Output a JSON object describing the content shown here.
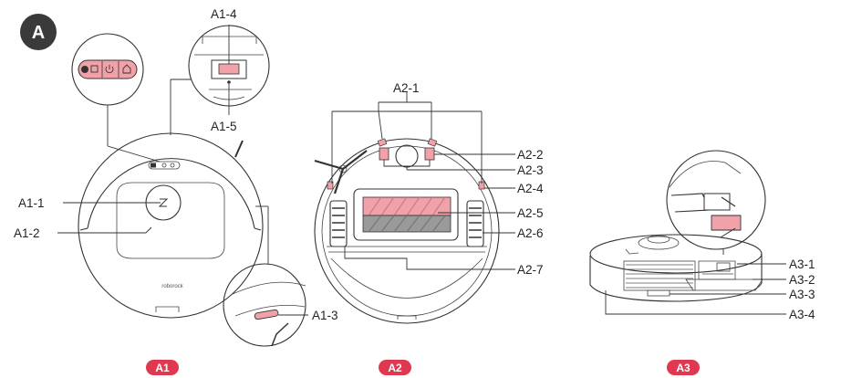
{
  "section_badge": "A",
  "logo_text": "roborock",
  "colors": {
    "accent_pink": "#f1a2a9",
    "caption_red": "#e0394f",
    "badge_dark": "#3a3a3a",
    "line": "#333333",
    "grey_roller": "#9a9a9a"
  },
  "figures": [
    {
      "caption": "A1"
    },
    {
      "caption": "A2"
    },
    {
      "caption": "A3"
    }
  ],
  "labels": {
    "a1_1": "A1-1",
    "a1_2": "A1-2",
    "a1_3": "A1-3",
    "a1_4": "A1-4",
    "a1_5": "A1-5",
    "a2_1": "A2-1",
    "a2_2": "A2-2",
    "a2_3": "A2-3",
    "a2_4": "A2-4",
    "a2_5": "A2-5",
    "a2_6": "A2-6",
    "a2_7": "A2-7",
    "a3_1": "A3-1",
    "a3_2": "A3-2",
    "a3_3": "A3-3",
    "a3_4": "A3-4"
  },
  "icons": [
    "dock-icon",
    "power-icon",
    "home-icon",
    "lidar-logo-icon"
  ]
}
